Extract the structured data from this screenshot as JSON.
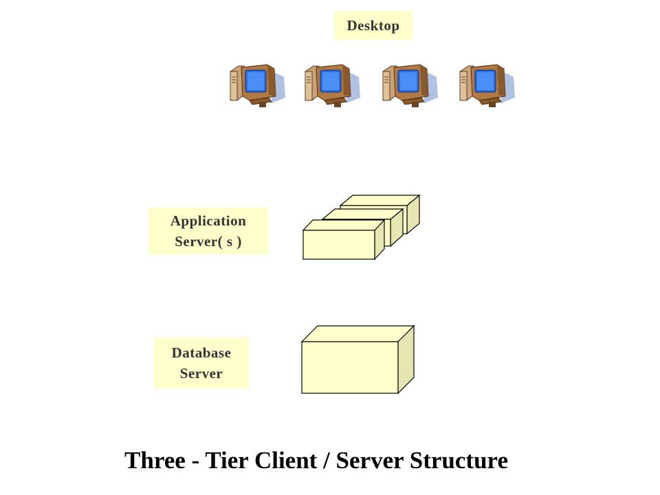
{
  "tiers": {
    "desktop": {
      "label": "Desktop"
    },
    "application": {
      "label_line1": "Application",
      "label_line2": "Server( s )"
    },
    "database": {
      "label_line1": "Database",
      "label_line2": "Server"
    }
  },
  "caption": "Three - Tier Client / Server Structure",
  "colors": {
    "label_fill": "#ffffcc",
    "box_front": "#ffffcc",
    "box_side": "#e6e6b3",
    "outline": "#000000",
    "monitor_body": "#b07a45",
    "monitor_screen": "#2b6fe0"
  },
  "icons": [
    "desktop-computer-icon",
    "desktop-computer-icon",
    "desktop-computer-icon",
    "desktop-computer-icon"
  ]
}
